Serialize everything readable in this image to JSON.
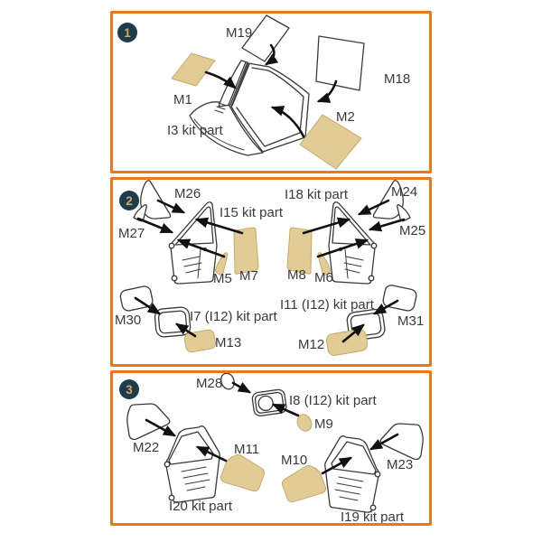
{
  "colors": {
    "accent": "#ee7617",
    "mask-fill": "#e2cc95",
    "mask-stroke": "#c6a96c",
    "badge-bg": "#1d3c4c",
    "badge-fg": "#d2a95f",
    "line": "#3a3a3a",
    "arrow": "#111111",
    "text": "#3a3a3a",
    "bg": "#ffffff"
  },
  "panels": [
    {
      "badge": "1",
      "m19": "M19",
      "m18": "M18",
      "m1": "M1",
      "m2": "M2",
      "i3": "I3 kit part"
    },
    {
      "badge": "2",
      "m26": "M26",
      "m27": "M27",
      "i15": "I15 kit part",
      "m5": "M5",
      "m7": "M7",
      "i18": "I18 kit part",
      "m24": "M24",
      "m25": "M25",
      "m8": "M8",
      "m6": "M6",
      "m30": "M30",
      "i7": "I7 (I12) kit part",
      "m13": "M13",
      "i11": "I11 (I12) kit part",
      "m31": "M31",
      "m12": "M12"
    },
    {
      "badge": "3",
      "m28": "M28",
      "i8": "I8 (I12) kit part",
      "m9": "M9",
      "m22": "M22",
      "m11": "M11",
      "i20": "I20 kit part",
      "m10": "M10",
      "m23": "M23",
      "i19": "I19 kit part"
    }
  ]
}
